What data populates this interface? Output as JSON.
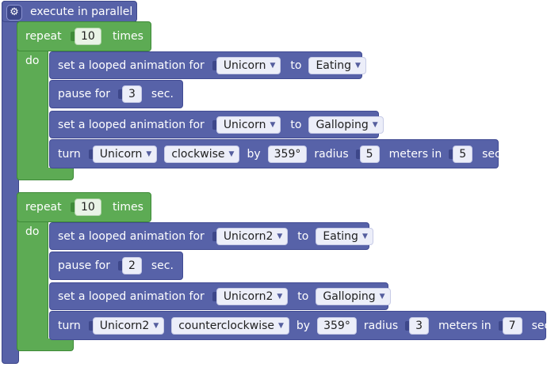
{
  "parallel": {
    "label": "execute in parallel",
    "icon": "gear-icon"
  },
  "loops": [
    {
      "repeat": "repeat",
      "count": "10",
      "times": "times",
      "do": "do",
      "set1": {
        "prefix": "set a looped animation for",
        "target": "Unicorn",
        "to": "to",
        "animation": "Eating"
      },
      "pause": {
        "prefix": "pause for",
        "seconds": "3",
        "unit": "sec."
      },
      "set2": {
        "prefix": "set a looped animation for",
        "target": "Unicorn",
        "to": "to",
        "animation": "Galloping"
      },
      "turn": {
        "prefix": "turn",
        "target": "Unicorn",
        "direction": "clockwise",
        "by": "by",
        "angle": "359°",
        "radius": "radius",
        "radius_value": "5",
        "meters_in": "meters in",
        "duration": "5",
        "unit": "sec."
      }
    },
    {
      "repeat": "repeat",
      "count": "10",
      "times": "times",
      "do": "do",
      "set1": {
        "prefix": "set a looped animation for",
        "target": "Unicorn2",
        "to": "to",
        "animation": "Eating"
      },
      "pause": {
        "prefix": "pause for",
        "seconds": "2",
        "unit": "sec."
      },
      "set2": {
        "prefix": "set a looped animation for",
        "target": "Unicorn2",
        "to": "to",
        "animation": "Galloping"
      },
      "turn": {
        "prefix": "turn",
        "target": "Unicorn2",
        "direction": "counterclockwise",
        "by": "by",
        "angle": "359°",
        "radius": "radius",
        "radius_value": "3",
        "meters_in": "meters in",
        "duration": "7",
        "unit": "sec."
      }
    }
  ]
}
